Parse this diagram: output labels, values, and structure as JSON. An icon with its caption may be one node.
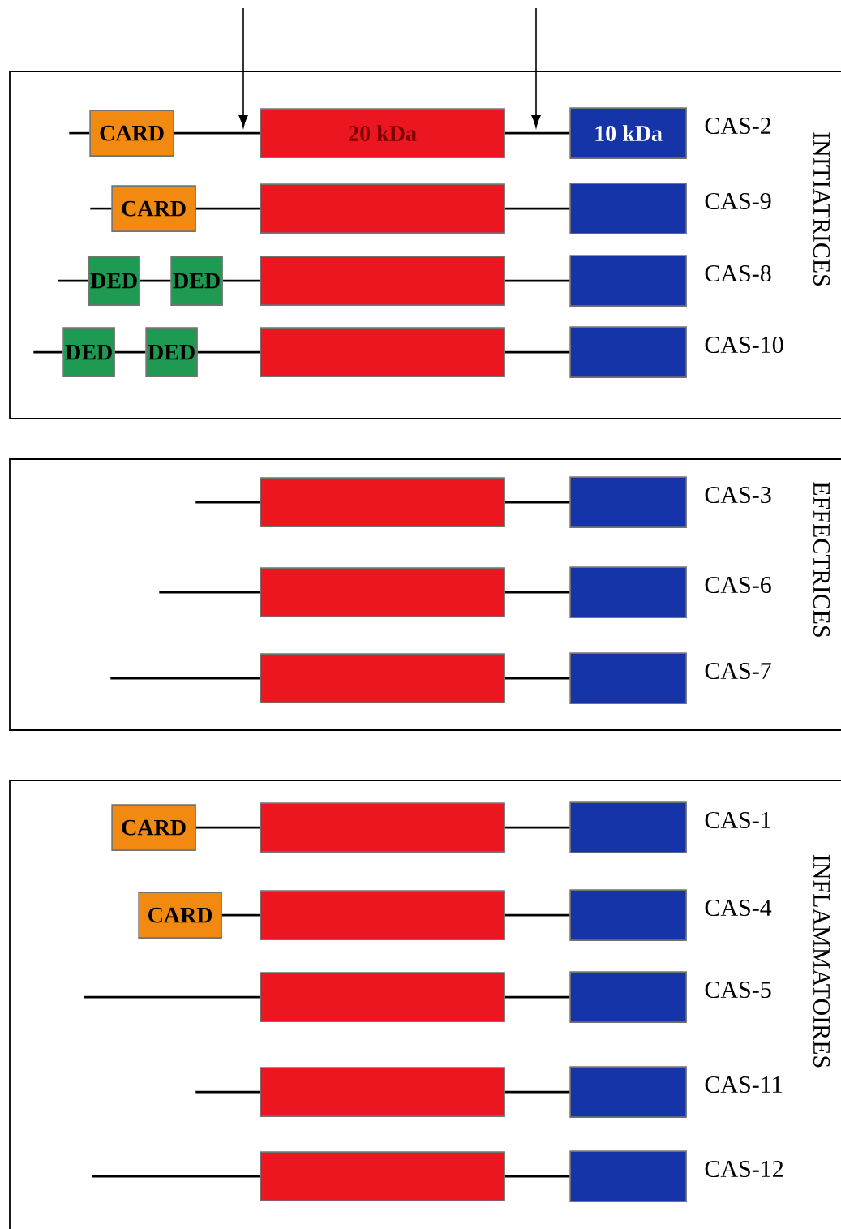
{
  "diagram": {
    "nodes": [
      {
        "text": [
          "INITIATRICES"
        ]
      },
      {
        "text": [
          "CARD"
        ],
        "in": 0
      },
      {
        "text": [
          "20 kDa"
        ],
        "in": 0
      },
      {
        "text": [
          "10 kDa"
        ],
        "in": 0,
        "beside": [
          "CAS-2"
        ]
      },
      {
        "text": [
          "CARD"
        ],
        "in": 0
      },
      {
        "text": [],
        "shape": "bar",
        "in": 0
      },
      {
        "text": [],
        "shape": "bar",
        "in": 0,
        "beside": [
          "CAS-9"
        ]
      },
      {
        "text": [
          "DED"
        ],
        "in": 0
      },
      {
        "text": [
          "DED"
        ],
        "in": 0
      },
      {
        "text": [],
        "shape": "bar",
        "in": 0
      },
      {
        "text": [],
        "shape": "bar",
        "in": 0,
        "beside": [
          "CAS-8"
        ]
      },
      {
        "text": [
          "DED"
        ],
        "in": 0
      },
      {
        "text": [
          "DED"
        ],
        "in": 0
      },
      {
        "text": [],
        "shape": "bar",
        "in": 0
      },
      {
        "text": [],
        "shape": "bar",
        "in": 0,
        "beside": [
          "CAS-10"
        ]
      },
      {
        "text": [
          "EFFECTRICES"
        ]
      },
      {
        "text": [],
        "shape": "bar",
        "in": 15
      },
      {
        "text": [],
        "shape": "bar",
        "in": 15,
        "beside": [
          "CAS-3"
        ]
      },
      {
        "text": [],
        "shape": "bar",
        "in": 15
      },
      {
        "text": [],
        "shape": "bar",
        "in": 15,
        "beside": [
          "CAS-6"
        ]
      },
      {
        "text": [],
        "shape": "bar",
        "in": 15
      },
      {
        "text": [],
        "shape": "bar",
        "in": 15,
        "beside": [
          "CAS-7"
        ]
      },
      {
        "text": [
          "INFLAMMATOIRES"
        ]
      },
      {
        "text": [
          "CARD"
        ],
        "in": 22
      },
      {
        "text": [],
        "shape": "bar",
        "in": 22
      },
      {
        "text": [],
        "shape": "bar",
        "in": 22,
        "beside": [
          "CAS-1"
        ]
      },
      {
        "text": [
          "CARD"
        ],
        "in": 22
      },
      {
        "text": [],
        "shape": "bar",
        "in": 22
      },
      {
        "text": [],
        "shape": "bar",
        "in": 22,
        "beside": [
          "CAS-4"
        ]
      },
      {
        "text": [],
        "shape": "bar",
        "in": 22
      },
      {
        "text": [],
        "shape": "bar",
        "in": 22,
        "beside": [
          "CAS-5"
        ]
      },
      {
        "text": [],
        "shape": "bar",
        "in": 22
      },
      {
        "text": [],
        "shape": "bar",
        "in": 22,
        "beside": [
          "CAS-11"
        ]
      },
      {
        "text": [],
        "shape": "bar",
        "in": 22
      },
      {
        "text": [],
        "shape": "bar",
        "in": 22,
        "beside": [
          "CAS-12"
        ]
      }
    ],
    "edges": [
      {
        "from": null,
        "to": 1,
        "arrow": "none"
      },
      {
        "from": 1,
        "to": 2,
        "arrow": "none"
      },
      {
        "from": 2,
        "to": 3,
        "arrow": "none"
      },
      {
        "from": null,
        "to": 4,
        "arrow": "none"
      },
      {
        "from": 4,
        "to": 5,
        "arrow": "none"
      },
      {
        "from": 5,
        "to": 6,
        "arrow": "none"
      },
      {
        "from": null,
        "to": 7,
        "arrow": "none"
      },
      {
        "from": 7,
        "to": 8,
        "arrow": "none"
      },
      {
        "from": 8,
        "to": 9,
        "arrow": "none"
      },
      {
        "from": 9,
        "to": 10,
        "arrow": "none"
      },
      {
        "from": null,
        "to": 11,
        "arrow": "none"
      },
      {
        "from": 11,
        "to": 12,
        "arrow": "none"
      },
      {
        "from": 12,
        "to": 13,
        "arrow": "none"
      },
      {
        "from": 13,
        "to": 14,
        "arrow": "none"
      },
      {
        "from": null,
        "to": 16,
        "arrow": "none"
      },
      {
        "from": 16,
        "to": 17,
        "arrow": "none"
      },
      {
        "from": null,
        "to": 18,
        "arrow": "none"
      },
      {
        "from": 18,
        "to": 19,
        "arrow": "none"
      },
      {
        "from": null,
        "to": 20,
        "arrow": "none"
      },
      {
        "from": 20,
        "to": 21,
        "arrow": "none"
      },
      {
        "from": 23,
        "to": 24,
        "arrow": "none"
      },
      {
        "from": 24,
        "to": 25,
        "arrow": "none"
      },
      {
        "from": 26,
        "to": 27,
        "arrow": "none"
      },
      {
        "from": 27,
        "to": 28,
        "arrow": "none"
      },
      {
        "from": null,
        "to": 29,
        "arrow": "none"
      },
      {
        "from": 29,
        "to": 30,
        "arrow": "none"
      },
      {
        "from": null,
        "to": 31,
        "arrow": "none"
      },
      {
        "from": 31,
        "to": 32,
        "arrow": "none"
      },
      {
        "from": null,
        "to": 33,
        "arrow": "none"
      },
      {
        "from": 33,
        "to": 34,
        "arrow": "none"
      }
    ]
  }
}
